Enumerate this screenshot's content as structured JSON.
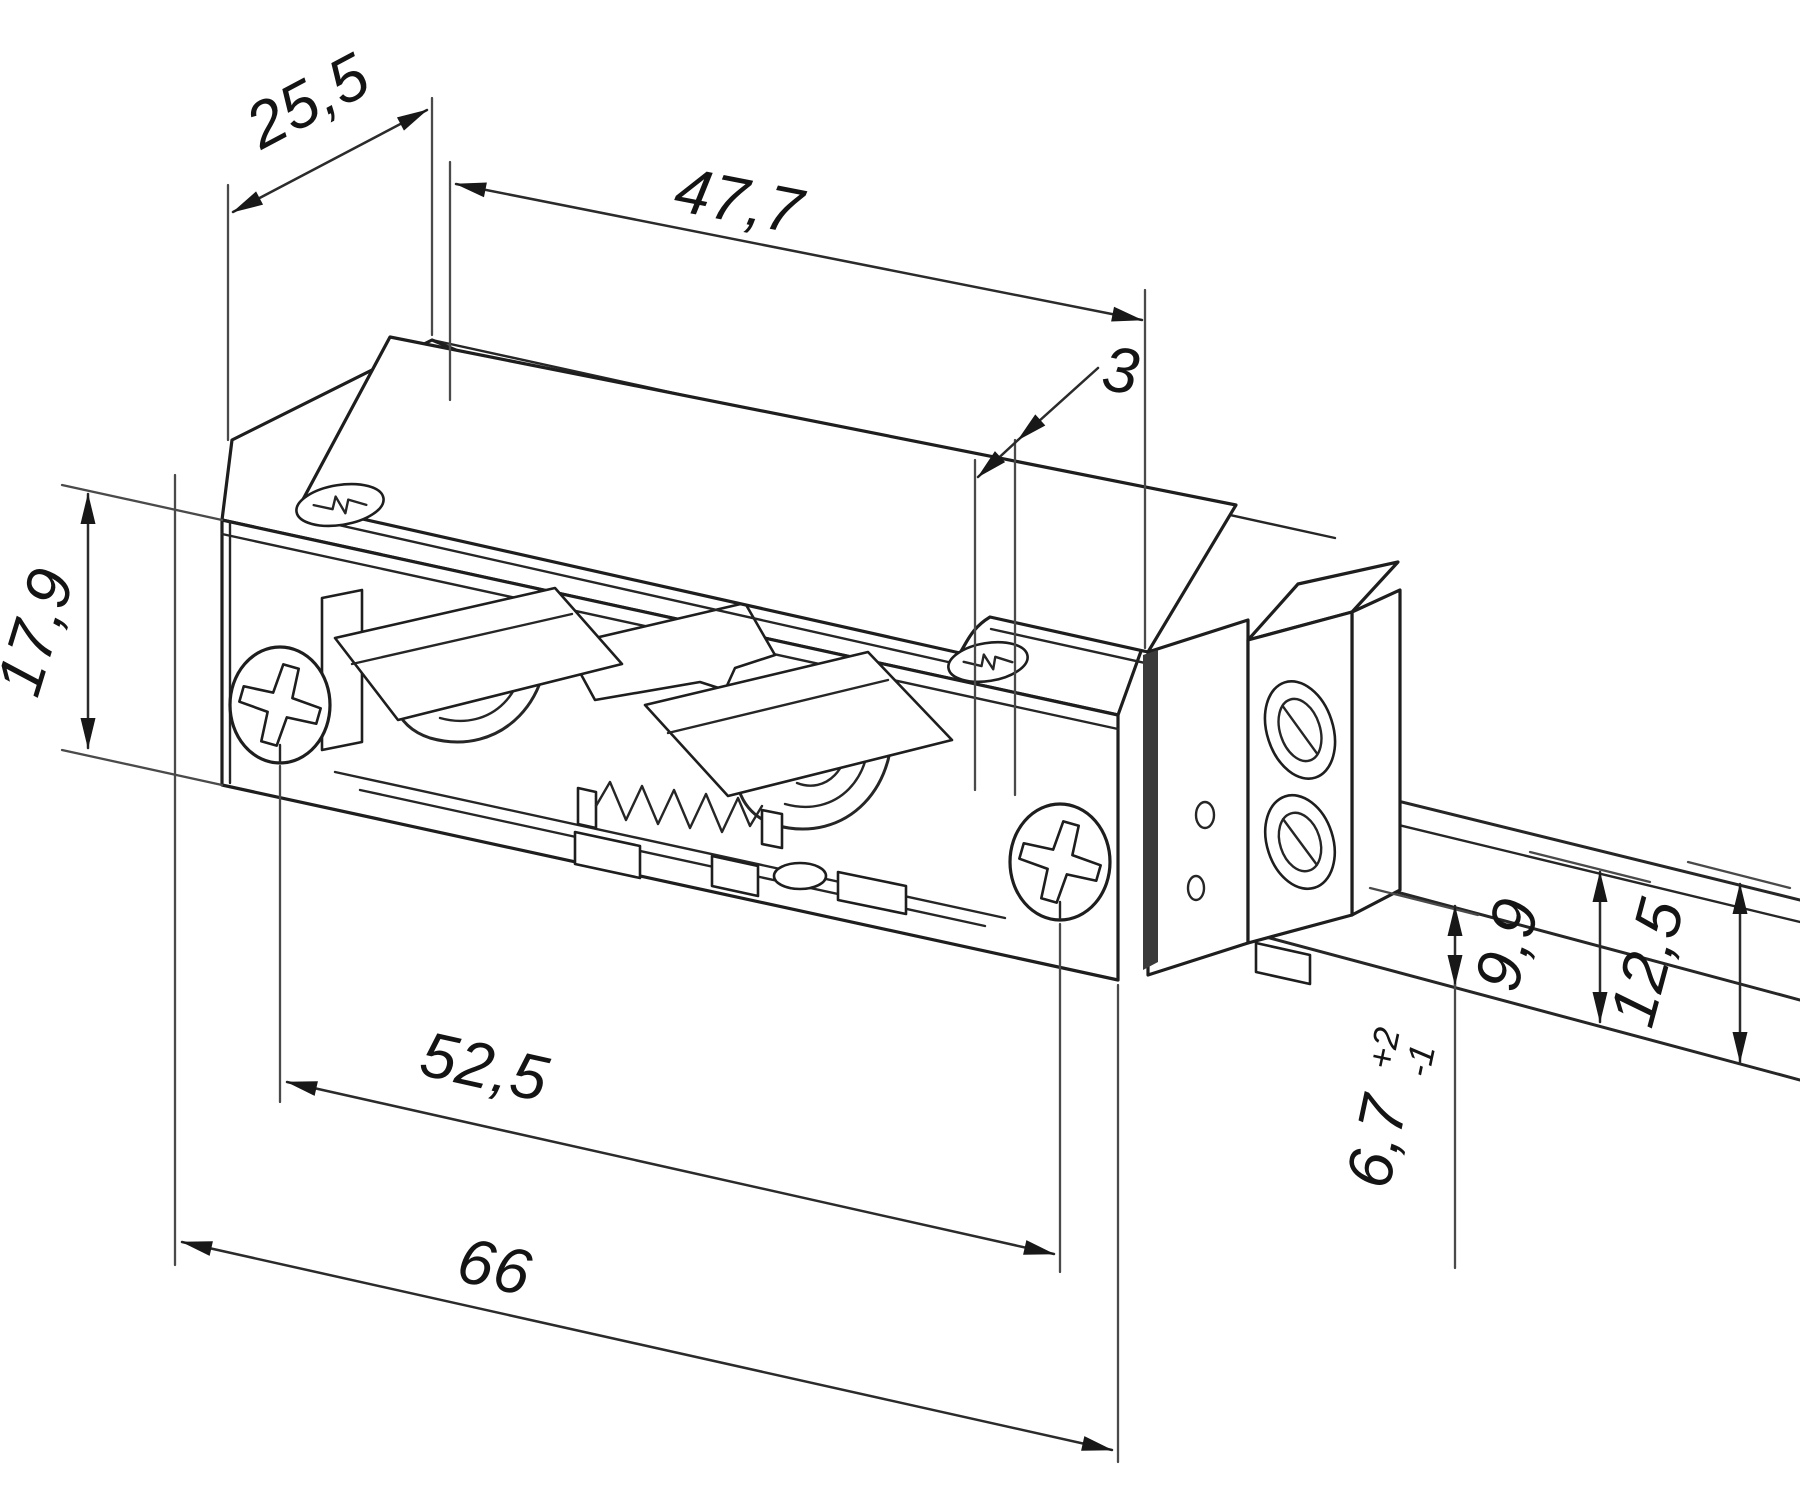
{
  "drawing": {
    "title": "electric-strike-dimension-drawing",
    "background_color": "#ffffff",
    "line_color": "#1e1e1e",
    "dimension_line_color": "#2b2b2b",
    "text_color": "#141414",
    "dimensions": {
      "plate_depth": "25,5",
      "cover_length": "47,7",
      "face_offset": "3",
      "faceplate_height": "17,9",
      "screw_spacing": "52,5",
      "overall_length": "66",
      "lip_inner_height": "9,9",
      "lip_overall_height": "12,5",
      "adjustment_value": "6,7",
      "adjustment_tol_plus": "+2",
      "adjustment_tol_minus": "-1"
    }
  }
}
